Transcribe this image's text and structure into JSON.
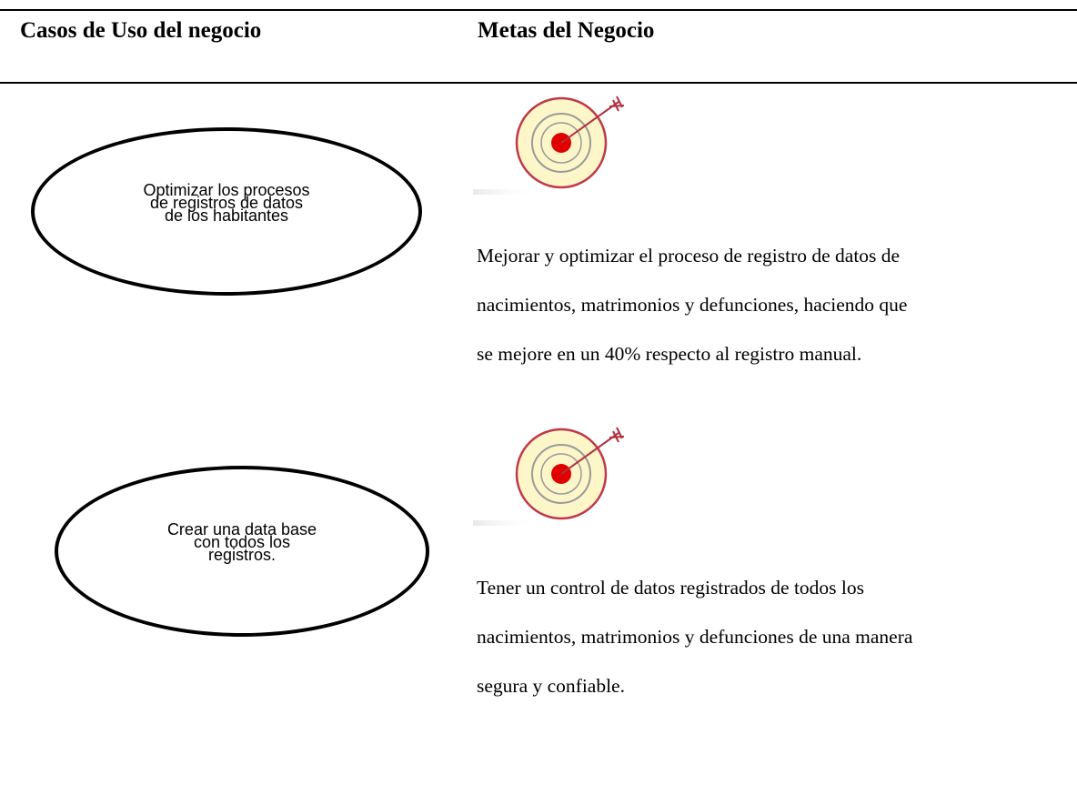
{
  "header": {
    "left_title": "Casos de Uso del negocio",
    "right_title": "Metas del Negocio"
  },
  "use_cases": [
    {
      "lines": [
        "Optimizar los procesos",
        "de registros de datos",
        "de los habitantes"
      ]
    },
    {
      "lines": [
        "Crear una data base",
        "con todos los",
        "registros."
      ]
    }
  ],
  "goals": [
    {
      "icon": "target-icon",
      "lines": [
        "Mejorar y optimizar el proceso de registro de datos de",
        "nacimientos, matrimonios y defunciones, haciendo que",
        "se mejore en un 40% respecto al registro manual."
      ]
    },
    {
      "icon": "target-icon",
      "lines": [
        "Tener un control de datos registrados de todos los",
        "nacimientos, matrimonios y defunciones de una manera",
        "segura y confiable."
      ]
    }
  ],
  "colors": {
    "target_ring": "#c0384a",
    "target_fill": "#fdf6c8",
    "target_center": "#e00000"
  }
}
